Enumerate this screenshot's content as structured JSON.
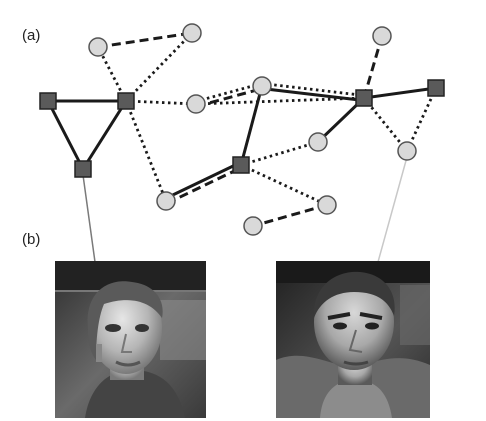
{
  "labels": {
    "a": "(a)",
    "b": "(b)"
  },
  "colors": {
    "square_node": "#5a5a5a",
    "circle_node": "#d9d9d9",
    "edge": "#1a1a1a",
    "left_leader": "#7a7a7a",
    "right_leader": "#c8c8c8"
  },
  "nodes": [
    {
      "id": "sq1",
      "shape": "square"
    },
    {
      "id": "sq2",
      "shape": "square"
    },
    {
      "id": "sq3",
      "shape": "square"
    },
    {
      "id": "sq4",
      "shape": "square"
    },
    {
      "id": "sq5",
      "shape": "square"
    },
    {
      "id": "sq6",
      "shape": "square"
    },
    {
      "id": "c1",
      "shape": "circle"
    },
    {
      "id": "c2",
      "shape": "circle"
    },
    {
      "id": "c3",
      "shape": "circle"
    },
    {
      "id": "c4",
      "shape": "circle"
    },
    {
      "id": "c5",
      "shape": "circle"
    },
    {
      "id": "c6",
      "shape": "circle"
    },
    {
      "id": "c7",
      "shape": "circle"
    },
    {
      "id": "c8",
      "shape": "circle"
    },
    {
      "id": "c9",
      "shape": "circle"
    },
    {
      "id": "c10",
      "shape": "circle"
    }
  ],
  "edges": [
    {
      "from": "sq1",
      "to": "sq2",
      "style": "solid"
    },
    {
      "from": "sq1",
      "to": "sq3",
      "style": "solid"
    },
    {
      "from": "sq2",
      "to": "sq3",
      "style": "solid"
    },
    {
      "from": "sq2",
      "to": "c1",
      "style": "dotted"
    },
    {
      "from": "c1",
      "to": "c2",
      "style": "dashed"
    },
    {
      "from": "c2",
      "to": "sq2",
      "style": "dotted"
    },
    {
      "from": "sq2",
      "to": "c3",
      "style": "dotted"
    },
    {
      "from": "sq2",
      "to": "c4",
      "style": "dotted"
    },
    {
      "from": "c3",
      "to": "c5",
      "style": "dotted"
    },
    {
      "from": "c3",
      "to": "c5",
      "style": "dashed"
    },
    {
      "from": "c5",
      "to": "sq4",
      "style": "solid"
    },
    {
      "from": "c5",
      "to": "sq5",
      "style": "dotted"
    },
    {
      "from": "c5",
      "to": "sq5",
      "style": "solid"
    },
    {
      "from": "c3",
      "to": "sq5",
      "style": "dotted"
    },
    {
      "from": "c4",
      "to": "sq4",
      "style": "solid"
    },
    {
      "from": "c4",
      "to": "sq4",
      "style": "dashed"
    },
    {
      "from": "sq4",
      "to": "c6",
      "style": "dotted"
    },
    {
      "from": "sq4",
      "to": "c9",
      "style": "dotted"
    },
    {
      "from": "c9",
      "to": "c10",
      "style": "dashed"
    },
    {
      "from": "sq5",
      "to": "c7",
      "style": "dashed"
    },
    {
      "from": "sq5",
      "to": "c6",
      "style": "solid"
    },
    {
      "from": "sq5",
      "to": "sq6",
      "style": "solid"
    },
    {
      "from": "sq6",
      "to": "c8",
      "style": "dotted"
    },
    {
      "from": "sq5",
      "to": "c8",
      "style": "dotted"
    }
  ],
  "avatars": [
    {
      "name": "female-avatar",
      "skin": "#b9b9b9",
      "hair": "#5e5e5e",
      "bg": "#4a4a4a"
    },
    {
      "name": "male-avatar",
      "skin": "#b0b0b0",
      "hair": "#333333",
      "bg": "#3a3a3a"
    }
  ]
}
